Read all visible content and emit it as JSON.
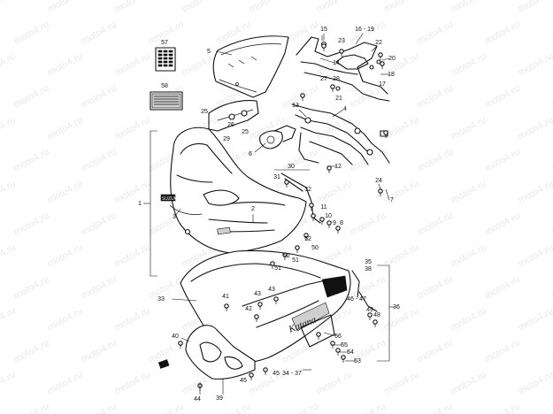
{
  "diagram": {
    "watermark": "moto4.ru",
    "callouts": [
      "1",
      "2",
      "3",
      "4",
      "5",
      "6",
      "7",
      "8",
      "9",
      "10",
      "11",
      "12",
      "13",
      "14",
      "15",
      "16 - 19",
      "17",
      "18",
      "20",
      "21",
      "22",
      "23",
      "24",
      "25",
      "26",
      "27 - 28",
      "29",
      "30",
      "31",
      "32",
      "33",
      "34 - 37",
      "35",
      "36",
      "38",
      "39",
      "40",
      "41",
      "42",
      "43",
      "44",
      "45",
      "46 - 47",
      "48",
      "49",
      "50",
      "51",
      "52",
      "53",
      "54",
      "55",
      "56",
      "57",
      "58"
    ],
    "logo_text": "SUZUKI",
    "decal_text": "Katana"
  }
}
